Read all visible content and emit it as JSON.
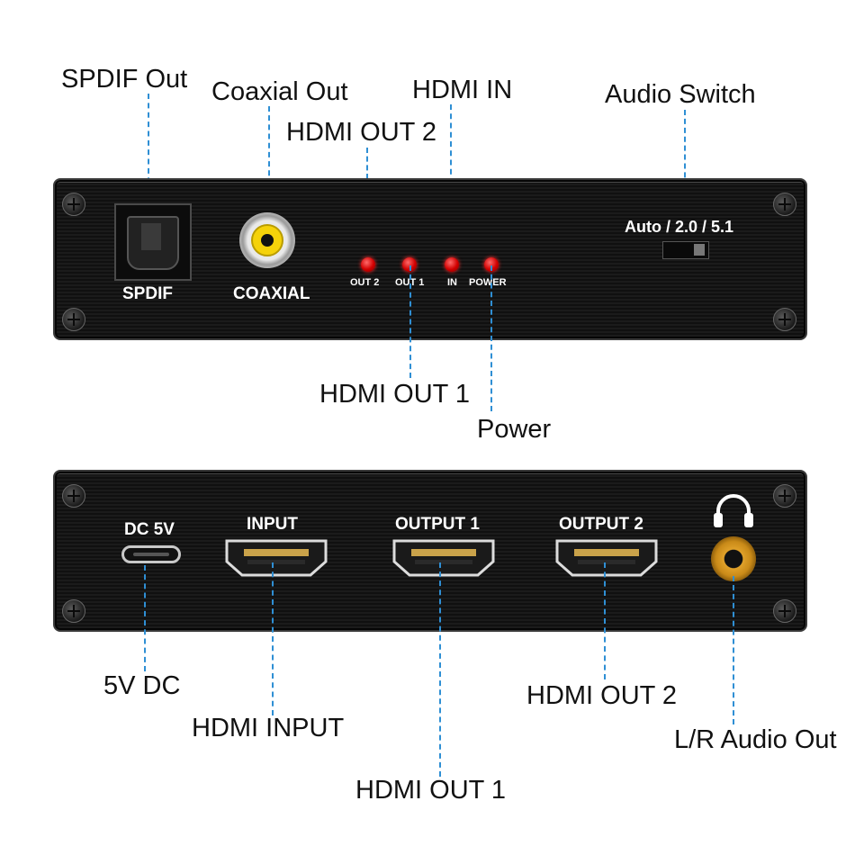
{
  "callouts_top": {
    "spdif_out": "SPDIF Out",
    "coaxial_out": "Coaxial Out",
    "hdmi_in": "HDMI IN",
    "hdmi_out_2": "HDMI OUT 2",
    "audio_switch": "Audio Switch",
    "hdmi_out_1": "HDMI OUT 1",
    "power": "Power"
  },
  "front_panel": {
    "spdif_label": "SPDIF",
    "coaxial_label": "COAXIAL",
    "led_labels": [
      "OUT 2",
      "OUT 1",
      "IN",
      "POWER"
    ],
    "switch_label": "Auto / 2.0 / 5.1"
  },
  "rear_panel": {
    "dc_label": "DC 5V",
    "input_label": "INPUT",
    "output1_label": "OUTPUT 1",
    "output2_label": "OUTPUT 2"
  },
  "callouts_bottom": {
    "dc": "5V DC",
    "hdmi_input": "HDMI INPUT",
    "hdmi_out_1": "HDMI OUT 1",
    "hdmi_out_2": "HDMI OUT 2",
    "audio_out": "L/R Audio Out"
  },
  "colors": {
    "leader_line": "#2f8fd4",
    "led": "#d10000",
    "rca_center": "#f5d20a",
    "panel": "#141414"
  },
  "icons": [
    "headphone-icon"
  ]
}
